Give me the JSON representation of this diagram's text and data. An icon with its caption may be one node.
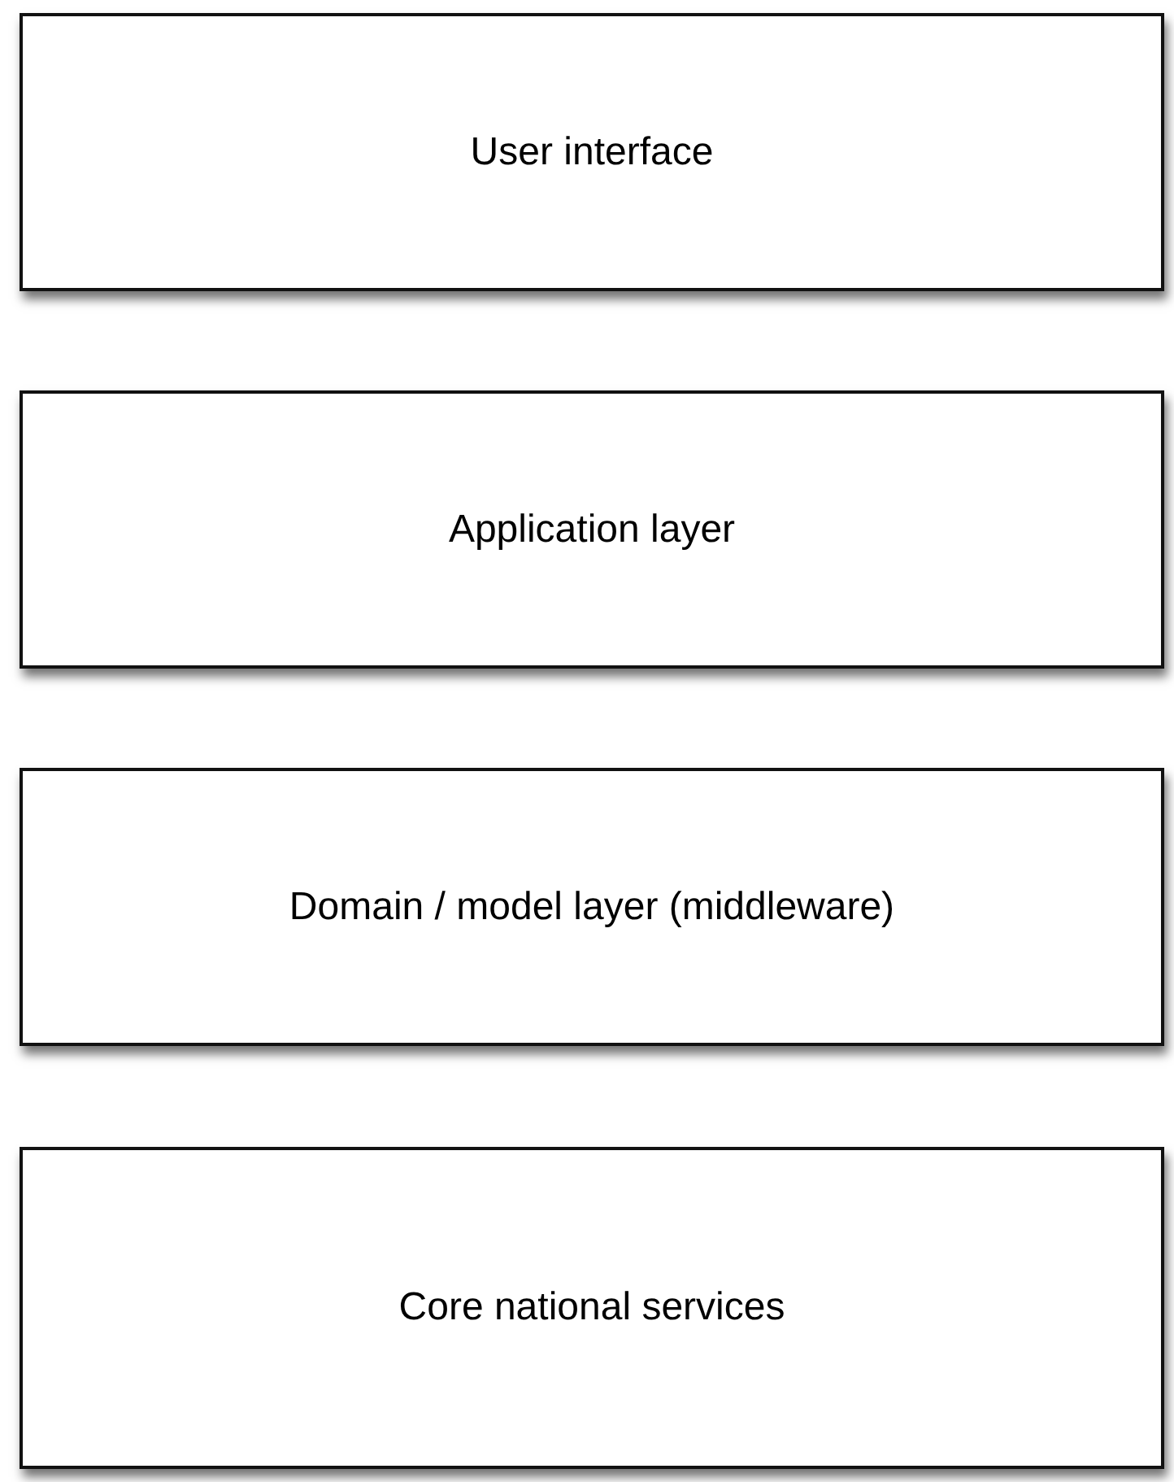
{
  "diagram": {
    "nodes": [
      {
        "text": [
          "User interface"
        ]
      },
      {
        "text": [
          "Application layer"
        ]
      },
      {
        "text": [
          "Domain / model layer (middleware)"
        ]
      },
      {
        "text": [
          "Core national services"
        ]
      }
    ]
  }
}
